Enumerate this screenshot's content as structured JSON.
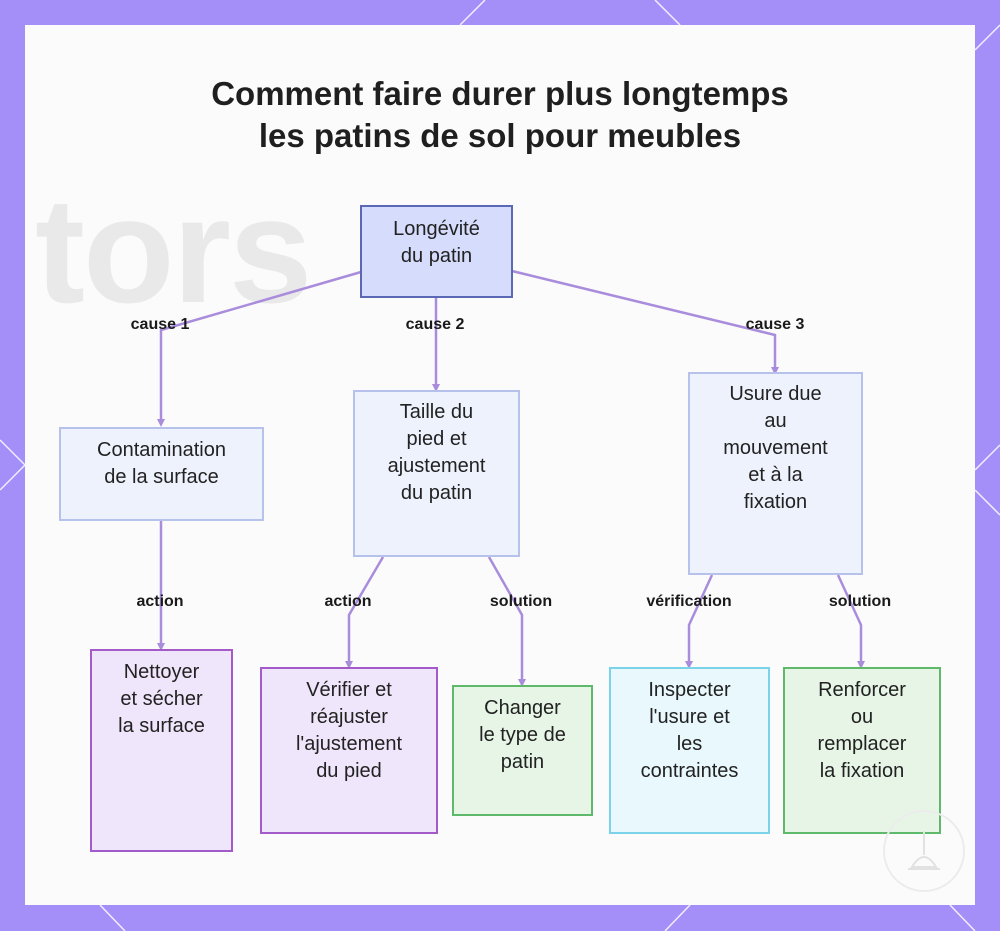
{
  "title": {
    "line1": "Comment faire durer plus longtemps",
    "line2": "les patins de sol pour meubles"
  },
  "background_watermark": "tors",
  "colors": {
    "frame": "#a48ef7",
    "root_fill": "#d6dcfb",
    "cause_fill": "#eef2fd",
    "action_fill": "#f0e6fb",
    "solution_fill": "#e7f5e6",
    "verification_fill": "#e8f8fd",
    "connector": "#a98ddc"
  },
  "root": {
    "lines": [
      "Longévité",
      "du patin"
    ]
  },
  "causes": [
    {
      "label": "cause 1",
      "lines": [
        "Contamination",
        "de la surface"
      ]
    },
    {
      "label": "cause 2",
      "lines": [
        "Taille du",
        "pied et",
        "ajustement",
        "du patin"
      ]
    },
    {
      "label": "cause 3",
      "lines": [
        "Usure due",
        "au",
        "mouvement",
        "et à la",
        "fixation"
      ]
    }
  ],
  "leaves": [
    {
      "label": "action",
      "lines": [
        "Nettoyer",
        "et sécher",
        "la surface"
      ]
    },
    {
      "label": "action",
      "lines": [
        "Vérifier et",
        "réajuster",
        "l'ajustement",
        "du pied"
      ]
    },
    {
      "label": "solution",
      "lines": [
        "Changer",
        "le type de",
        "patin"
      ]
    },
    {
      "label": "vérification",
      "lines": [
        "Inspecter",
        "l'usure et",
        "les",
        "contraintes"
      ]
    },
    {
      "label": "solution",
      "lines": [
        "Renforcer",
        "ou",
        "remplacer",
        "la fixation"
      ]
    }
  ],
  "logo_icon": "plunger-logo-icon"
}
